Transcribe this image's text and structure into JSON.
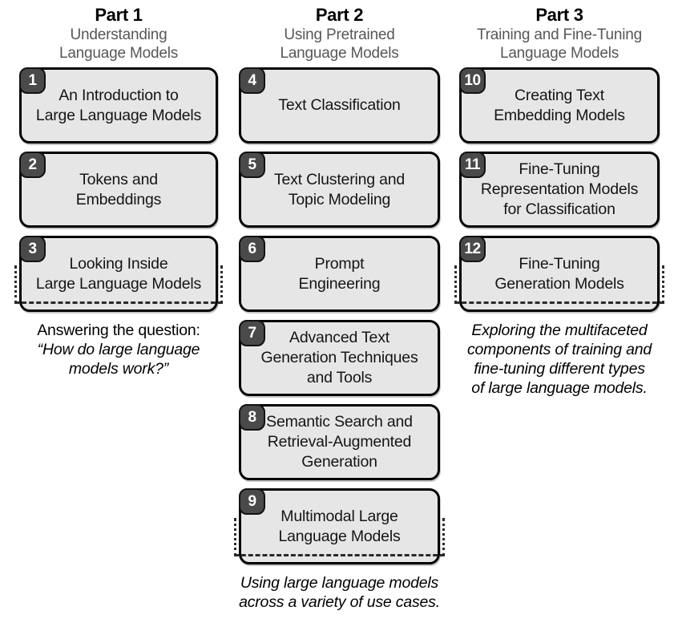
{
  "diagram": {
    "title": "Book structure overview",
    "colors": {
      "box_fill": "#e6e6e6",
      "box_border": "#000000",
      "badge_fill": "#4a4a4a",
      "badge_text": "#ffffff",
      "subtitle_text": "#575757",
      "bracket": "#2a2a2a",
      "background": "#ffffff"
    },
    "columns": [
      {
        "part_label": "Part 1",
        "subtitle_lines": [
          "Understanding",
          "Language Models"
        ],
        "chapters": [
          {
            "number": "1",
            "title": "An Introduction to\nLarge Language Models"
          },
          {
            "number": "2",
            "title": "Tokens and\nEmbeddings"
          },
          {
            "number": "3",
            "title": "Looking Inside\nLarge Language Models"
          }
        ],
        "caption_lines": [
          {
            "text": "Answering the question:",
            "style": "plain"
          },
          {
            "text": "“How do large language",
            "style": "italic"
          },
          {
            "text": "models work?”",
            "style": "italic"
          }
        ]
      },
      {
        "part_label": "Part 2",
        "subtitle_lines": [
          "Using Pretrained",
          "Language Models"
        ],
        "chapters": [
          {
            "number": "4",
            "title": "Text Classification"
          },
          {
            "number": "5",
            "title": "Text Clustering and\nTopic Modeling"
          },
          {
            "number": "6",
            "title": "Prompt\nEngineering"
          },
          {
            "number": "7",
            "title": "Advanced Text\nGeneration Techniques\nand Tools"
          },
          {
            "number": "8",
            "title": "Semantic Search and\nRetrieval-Augmented\nGeneration"
          },
          {
            "number": "9",
            "title": "Multimodal Large\nLanguage Models"
          }
        ],
        "caption_lines": [
          {
            "text": "Using large language models",
            "style": "italic"
          },
          {
            "text": "across a variety of use cases.",
            "style": "italic"
          }
        ]
      },
      {
        "part_label": "Part 3",
        "subtitle_lines": [
          "Training and Fine-Tuning",
          "Language Models"
        ],
        "chapters": [
          {
            "number": "10",
            "title": "Creating Text\nEmbedding Models"
          },
          {
            "number": "11",
            "title": "Fine-Tuning\nRepresentation Models\nfor Classification"
          },
          {
            "number": "12",
            "title": "Fine-Tuning\nGeneration Models"
          }
        ],
        "caption_lines": [
          {
            "text": "Exploring the multifaceted",
            "style": "italic"
          },
          {
            "text": "components of training and",
            "style": "italic"
          },
          {
            "text": "fine-tuning different types",
            "style": "italic"
          },
          {
            "text": "of large language models.",
            "style": "italic"
          }
        ]
      }
    ]
  }
}
